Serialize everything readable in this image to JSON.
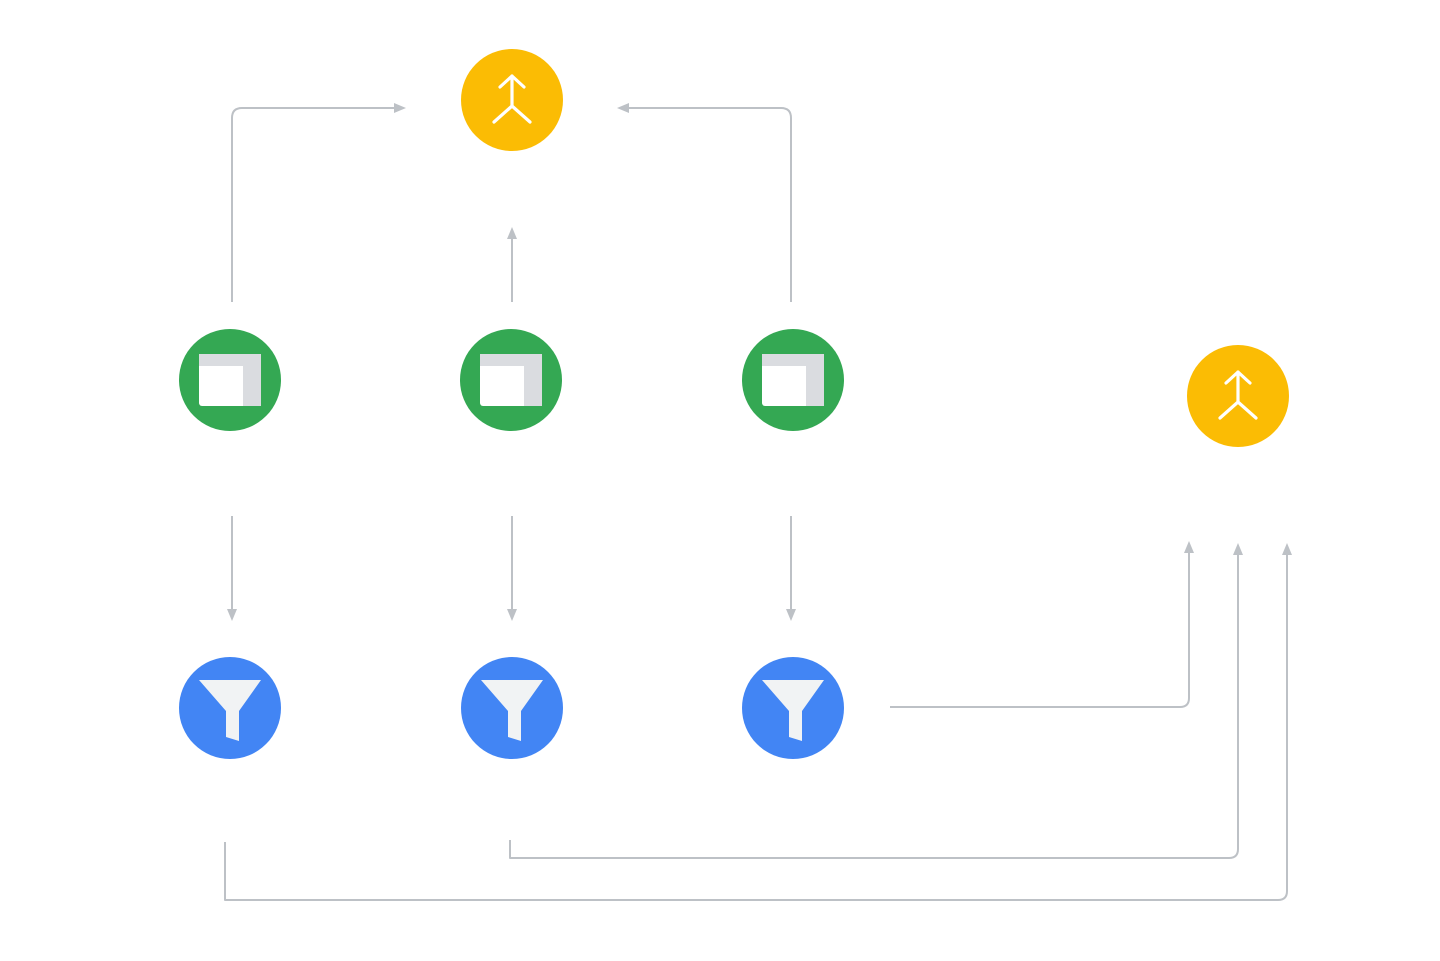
{
  "colors": {
    "background": "#ffffff",
    "connector": "#bdc1c6",
    "merge_node": "#fbbc04",
    "table_node": "#34a853",
    "filter_node": "#4285f4",
    "icon_light": "#ffffff",
    "icon_shade": "#dadce0",
    "filter_icon": "#f1f3f4"
  },
  "nodes": [
    {
      "id": "merge-1",
      "kind": "merge",
      "icon": "merge-icon"
    },
    {
      "id": "table-1",
      "kind": "table",
      "icon": "table-icon"
    },
    {
      "id": "table-2",
      "kind": "table",
      "icon": "table-icon"
    },
    {
      "id": "table-3",
      "kind": "table",
      "icon": "table-icon"
    },
    {
      "id": "merge-2",
      "kind": "merge",
      "icon": "merge-icon"
    },
    {
      "id": "filter-1",
      "kind": "filter",
      "icon": "filter-icon"
    },
    {
      "id": "filter-2",
      "kind": "filter",
      "icon": "filter-icon"
    },
    {
      "id": "filter-3",
      "kind": "filter",
      "icon": "filter-icon"
    }
  ],
  "edges": [
    {
      "from": "table-1",
      "to": "merge-1"
    },
    {
      "from": "table-2",
      "to": "merge-1"
    },
    {
      "from": "table-3",
      "to": "merge-1"
    },
    {
      "from": "table-1",
      "to": "filter-1"
    },
    {
      "from": "table-2",
      "to": "filter-2"
    },
    {
      "from": "table-3",
      "to": "filter-3"
    },
    {
      "from": "filter-3",
      "to": "merge-2"
    },
    {
      "from": "filter-2",
      "to": "merge-2"
    },
    {
      "from": "filter-1",
      "to": "merge-2"
    }
  ]
}
